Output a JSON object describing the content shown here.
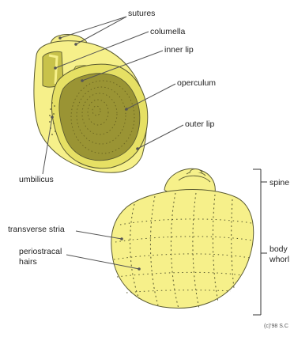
{
  "labels": {
    "sutures": "sutures",
    "columella": "columella",
    "inner_lip": "inner lip",
    "operculum": "operculum",
    "outer_lip": "outer lip",
    "umbilicus": "umbilicus",
    "spine": "spine",
    "transverse_stria": "transverse stria",
    "periostracal_hairs_line1": "periostracal",
    "periostracal_hairs_line2": "hairs",
    "body_whorl_line1": "body",
    "body_whorl_line2": "whorl"
  },
  "copyright": "(c)'98 S.C",
  "colors": {
    "shell_light": "#f6f08a",
    "shell_mid": "#e6e064",
    "operculum_dark": "#9a9434",
    "outline": "#5a5a30",
    "leader_line": "#555555"
  }
}
